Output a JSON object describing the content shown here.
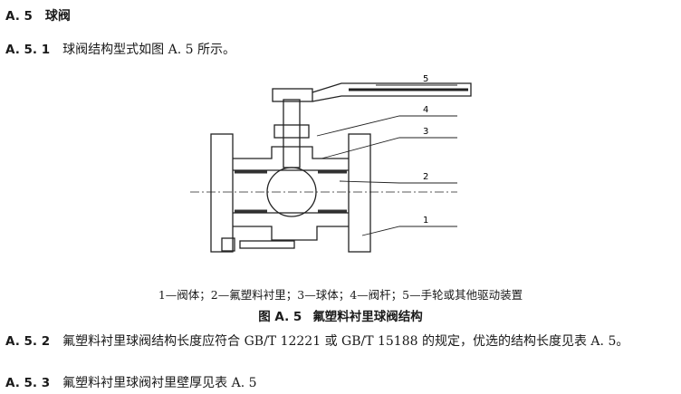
{
  "section": {
    "number": "A. 5",
    "title": "球阀"
  },
  "a51": {
    "number": "A. 5. 1",
    "text": "球阀结构型式如图 A. 5 所示。"
  },
  "figure": {
    "callouts": [
      "5",
      "4",
      "3",
      "2",
      "1"
    ],
    "legend": "1—阀体；2—氟塑料衬里；3—球体；4—阀杆；5—手轮或其他驱动装置",
    "caption_number": "图 A. 5",
    "caption_title": "氟塑料衬里球阀结构"
  },
  "a52": {
    "number": "A. 5. 2",
    "text": "氟塑料衬里球阀结构长度应符合 GB/T 12221 或 GB/T 15188 的规定，优选的结构长度见表 A. 5。"
  },
  "a53": {
    "number": "A. 5. 3",
    "text": "氟塑料衬里球阀衬里壁厚见表 A. 5"
  }
}
